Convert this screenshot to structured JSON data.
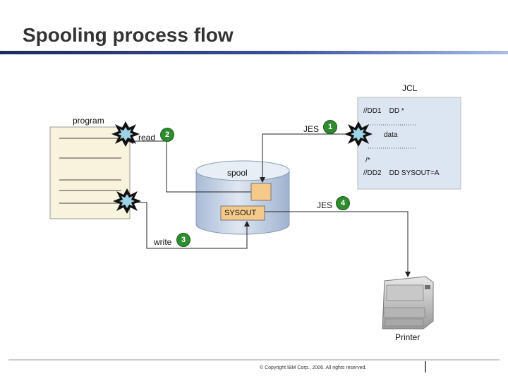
{
  "slide": {
    "title": "Spooling process flow",
    "footer": "© Copyright IBM Corp., 2006. All rights reserved."
  },
  "program": {
    "label": "program"
  },
  "jcl": {
    "label": "JCL",
    "lines": [
      "//DD1    DD *",
      "data",
      "/*",
      "//DD2    DD SYSOUT=A"
    ]
  },
  "spool": {
    "label": "spool",
    "sysout_label": "SYSOUT"
  },
  "steps": [
    {
      "label": "JES",
      "number": "1"
    },
    {
      "label": "read",
      "number": "2"
    },
    {
      "label": "write",
      "number": "3"
    },
    {
      "label": "JES",
      "number": "4"
    }
  ],
  "printer": {
    "label": "Printer"
  },
  "colors": {
    "badge": "#2e8b2e",
    "jcl_box": "#dce6f2",
    "spool_body": "#c5d3e6",
    "spool_slot": "#f5c98a",
    "title_rule_dark": "#1f2a5c",
    "title_rule_light": "#8fa6d8"
  }
}
